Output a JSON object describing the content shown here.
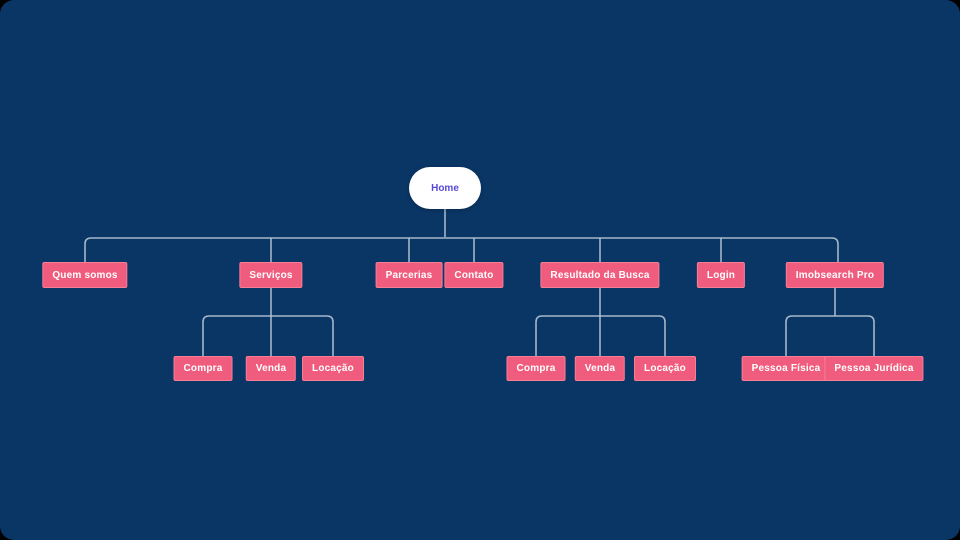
{
  "canvas": {
    "background_color": "#0a3666",
    "line_color": "#b5c4d2",
    "node_color": "#f05c7d",
    "root_text_color": "#584bd8"
  },
  "diagram": {
    "root": {
      "label": "Home"
    },
    "nodes": {
      "quem_somos": {
        "label": "Quem somos"
      },
      "servicos": {
        "label": "Serviços"
      },
      "parcerias": {
        "label": "Parcerias"
      },
      "contato": {
        "label": "Contato"
      },
      "resultado_busca": {
        "label": "Resultado da Busca"
      },
      "login": {
        "label": "Login"
      },
      "imobsearch_pro": {
        "label": "Imobsearch Pro"
      },
      "servicos_compra": {
        "label": "Compra"
      },
      "servicos_venda": {
        "label": "Venda"
      },
      "servicos_locacao": {
        "label": "Locação"
      },
      "busca_compra": {
        "label": "Compra"
      },
      "busca_venda": {
        "label": "Venda"
      },
      "busca_locacao": {
        "label": "Locação"
      },
      "pessoa_fisica": {
        "label": "Pessoa Física"
      },
      "pessoa_juridica": {
        "label": "Pessoa Jurídica"
      }
    }
  }
}
